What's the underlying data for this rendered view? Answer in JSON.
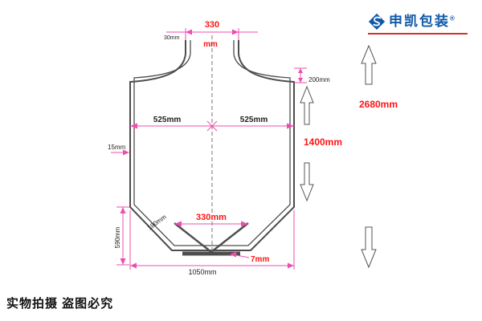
{
  "brand": {
    "name": "申凯包装",
    "registered": "®",
    "color_blue": "#1059a9",
    "underline_red": "#d93025",
    "icon": "s-swoosh-icon"
  },
  "watermark": {
    "text": "实物拍摄  盗图必究"
  },
  "drawing": {
    "type": "dimensioned packaging-bag outline drawing",
    "colors": {
      "dimension_pink": "#ec4fae",
      "label_red": "#ff1414",
      "label_black": "#222222",
      "outline_gray": "#4d4d4d"
    },
    "labels": {
      "top_width_value": "330",
      "top_width_unit": "mm",
      "neck_offset": "30mm",
      "shoulder_height": "200mm",
      "half_width_left": "525mm",
      "half_width_right": "525mm",
      "wall_thickness": "15mm",
      "body_height": "1400mm",
      "overall_height": "2680mm",
      "bottom_inner_width": "330mm",
      "bottom_slope": "180mm",
      "lower_section_height": "590mm",
      "overall_bottom_width": "1050mm",
      "bottom_seam": "7mm"
    }
  }
}
